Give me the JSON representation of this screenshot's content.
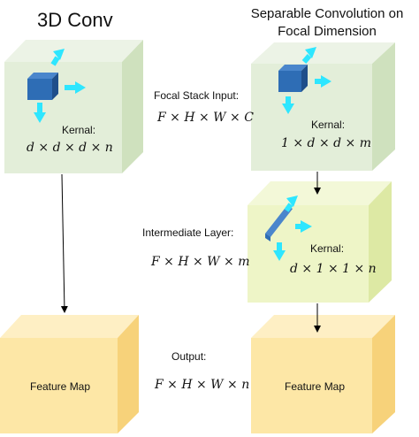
{
  "titles": {
    "left": "3D Conv",
    "right_line1": "Separable Convolution on",
    "right_line2": "Focal Dimension"
  },
  "middle": {
    "input_label": "Focal Stack Input:",
    "input_formula": "F × H × W × C",
    "intermediate_label": "Intermediate Layer:",
    "intermediate_formula": "F × H × W × m",
    "output_label": "Output:",
    "output_formula": "F × H × W × n"
  },
  "left_cube": {
    "kernel_label": "Kernal:",
    "kernel_formula": "d × d × d × n"
  },
  "right_cube_top": {
    "kernel_label": "Kernal:",
    "kernel_formula": "1 × d × d × m"
  },
  "right_cube_mid": {
    "kernel_label": "Kernal:",
    "kernel_formula": "d × 1 × 1 × n"
  },
  "outputs": {
    "left_label": "Feature Map",
    "right_label": "Feature Map"
  },
  "colors": {
    "conv_cube_face": "#e3eed9",
    "conv_cube_top": "#ecf3e6",
    "conv_cube_side": "#cfe1be",
    "intermediate_face": "#eef5c7",
    "intermediate_top": "#f3f8d8",
    "intermediate_side": "#dde9a4",
    "feature_face": "#fde7a6",
    "feature_top": "#feefc4",
    "feature_side": "#f7d27a",
    "kernel_blue": "#2e6db5",
    "arrow_cyan": "#2ee6ff"
  }
}
